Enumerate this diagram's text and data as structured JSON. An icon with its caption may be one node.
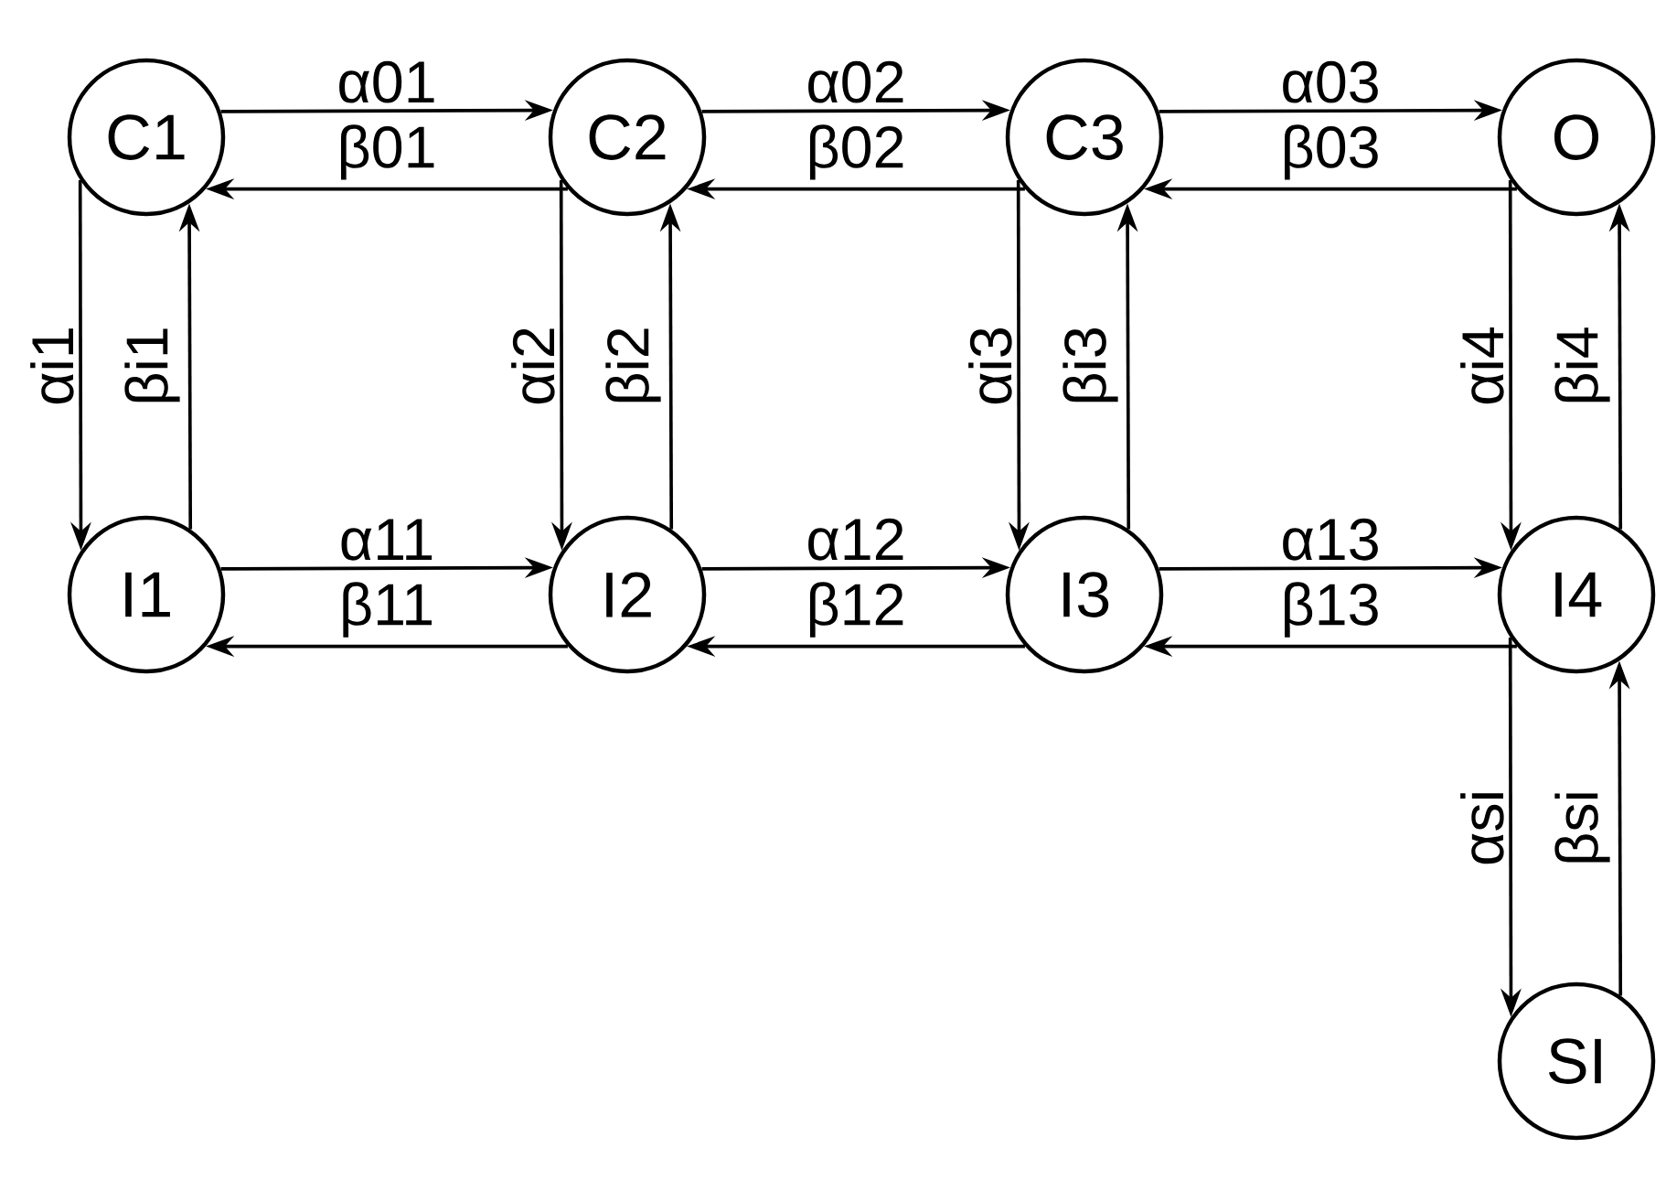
{
  "diagram": {
    "nodes": [
      {
        "text": [
          "C1"
        ]
      },
      {
        "text": [
          "C2"
        ]
      },
      {
        "text": [
          "C3"
        ]
      },
      {
        "text": [
          "O"
        ]
      },
      {
        "text": [
          "I1"
        ]
      },
      {
        "text": [
          "I2"
        ]
      },
      {
        "text": [
          "I3"
        ]
      },
      {
        "text": [
          "I4"
        ]
      },
      {
        "text": [
          "SI"
        ]
      }
    ],
    "edges": [
      {
        "from": 0,
        "to": 1,
        "arrow": "to",
        "label": "α01"
      },
      {
        "from": 1,
        "to": 0,
        "arrow": "to",
        "label": "β01"
      },
      {
        "from": 1,
        "to": 2,
        "arrow": "to",
        "label": "α02"
      },
      {
        "from": 2,
        "to": 1,
        "arrow": "to",
        "label": "β02"
      },
      {
        "from": 2,
        "to": 3,
        "arrow": "to",
        "label": "α03"
      },
      {
        "from": 3,
        "to": 2,
        "arrow": "to",
        "label": "β03"
      },
      {
        "from": 0,
        "to": 4,
        "arrow": "to",
        "label": "αi1"
      },
      {
        "from": 4,
        "to": 0,
        "arrow": "to",
        "label": "βi1"
      },
      {
        "from": 1,
        "to": 5,
        "arrow": "to",
        "label": "αi2"
      },
      {
        "from": 5,
        "to": 1,
        "arrow": "to",
        "label": "βi2"
      },
      {
        "from": 2,
        "to": 6,
        "arrow": "to",
        "label": "αi3"
      },
      {
        "from": 6,
        "to": 2,
        "arrow": "to",
        "label": "βi3"
      },
      {
        "from": 3,
        "to": 7,
        "arrow": "to",
        "label": "αi4"
      },
      {
        "from": 7,
        "to": 3,
        "arrow": "to",
        "label": "βi4"
      },
      {
        "from": 4,
        "to": 5,
        "arrow": "to",
        "label": "α11"
      },
      {
        "from": 5,
        "to": 4,
        "arrow": "to",
        "label": "β11"
      },
      {
        "from": 5,
        "to": 6,
        "arrow": "to",
        "label": "α12"
      },
      {
        "from": 6,
        "to": 5,
        "arrow": "to",
        "label": "β12"
      },
      {
        "from": 6,
        "to": 7,
        "arrow": "to",
        "label": "α13"
      },
      {
        "from": 7,
        "to": 6,
        "arrow": "to",
        "label": "β13"
      },
      {
        "from": 7,
        "to": 8,
        "arrow": "to",
        "label": "αsi"
      },
      {
        "from": 8,
        "to": 7,
        "arrow": "to",
        "label": "βsi"
      }
    ]
  }
}
